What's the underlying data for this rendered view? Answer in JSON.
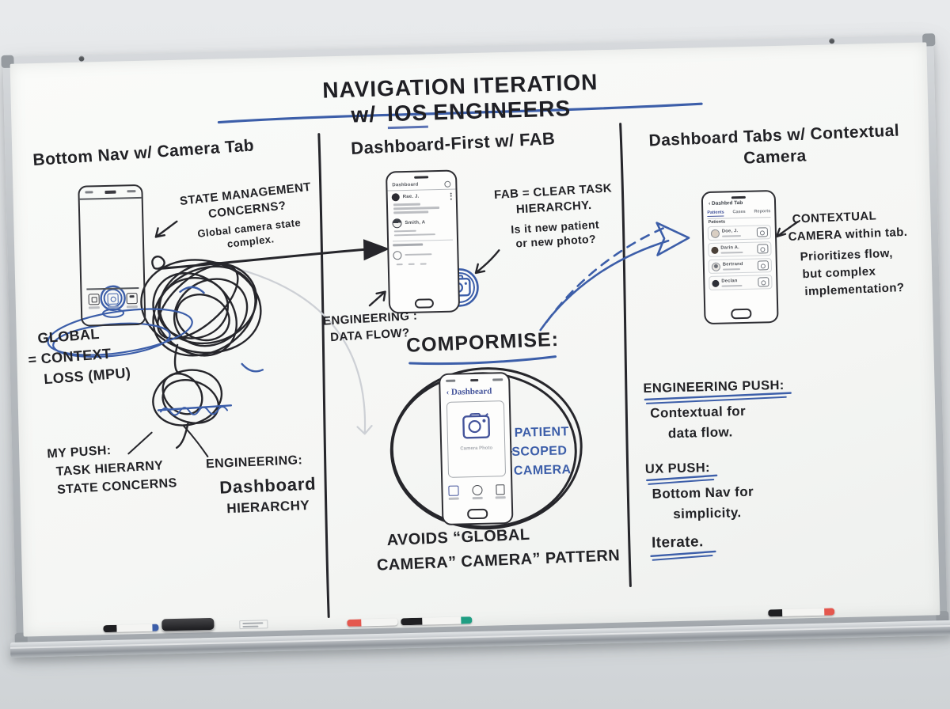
{
  "title": {
    "pre": "NAVIGATION ITERATION w/",
    "ios": "IOS",
    "post": "ENGINEERS"
  },
  "col1": {
    "heading": "Bottom Nav w/ Camera Tab",
    "state_note": {
      "l1": "STATE MANAGEMENT",
      "l2": "CONCERNS?",
      "l3": "Global camera state",
      "l4": "complex."
    },
    "global_note": {
      "l1": "GLOBAL",
      "l2": "= CONTEXT",
      "l3": "LOSS (MPU)"
    },
    "my_push": {
      "l1": "MY PUSH:",
      "l2": "TASK HIERARNY",
      "l3": "STATE CONCERNS"
    },
    "engineering": {
      "l1": "ENGINEERING:",
      "l2": "Dashboard",
      "l3": "HIERARCHY"
    }
  },
  "col2": {
    "heading": "Dashboard-First w/ FAB",
    "fab_note": {
      "l1": "FAB = CLEAR TASK",
      "l2": "HIERARCHY.",
      "l3": "Is it new patient",
      "l4": "or new photo?"
    },
    "eng_note": {
      "l1": "ENGINEERING :",
      "l2": "DATA FLOW?"
    },
    "compromise_label": "COMPORMISE:",
    "patient_scoped": {
      "l1": "PATIENT",
      "l2": "SCOPED",
      "l3": "CAMERA"
    },
    "avoids": {
      "l1": "AVOIDS “GLOBAL",
      "l2": "CAMERA” CAMERA” PATTERN"
    }
  },
  "col3": {
    "heading": {
      "l1": "Dashboard Tabs w/ Contextual",
      "l2": "Camera"
    },
    "contextual_note": {
      "l1": "CONTEXTUAL",
      "l2": "CAMERA within tab.",
      "l3": "Prioritizes flow,",
      "l4": "but complex",
      "l5": "implementation?"
    },
    "eng_push": {
      "title": "ENGINEERING PUSH:",
      "l1": "Contextual for",
      "l2": "data flow."
    },
    "ux_push": {
      "title": "UX PUSH:",
      "l1": "Bottom Nav for",
      "l2": "simplicity."
    },
    "iterate": "Iterate."
  },
  "phones": {
    "dashboard": {
      "header": "Dashboard",
      "rows": [
        {
          "name": "Rae. J."
        },
        {
          "name": "Smith, A"
        }
      ]
    },
    "compromise": {
      "back": "‹",
      "header": "Dashbeard",
      "caption": "Camera Photo"
    },
    "tabs": {
      "back": "‹",
      "header": "Dashbrd Tab",
      "tabs": [
        "Patients",
        "Cases",
        "Reports"
      ],
      "section": "Patients",
      "rows": [
        {
          "name": "Doe, J."
        },
        {
          "name": "Darin A."
        },
        {
          "name": "Bertrand"
        },
        {
          "name": "Declan"
        }
      ]
    }
  },
  "colors": {
    "ink": "#26262b",
    "blue": "#3c5ea9",
    "faint": "#cdd0d5"
  }
}
